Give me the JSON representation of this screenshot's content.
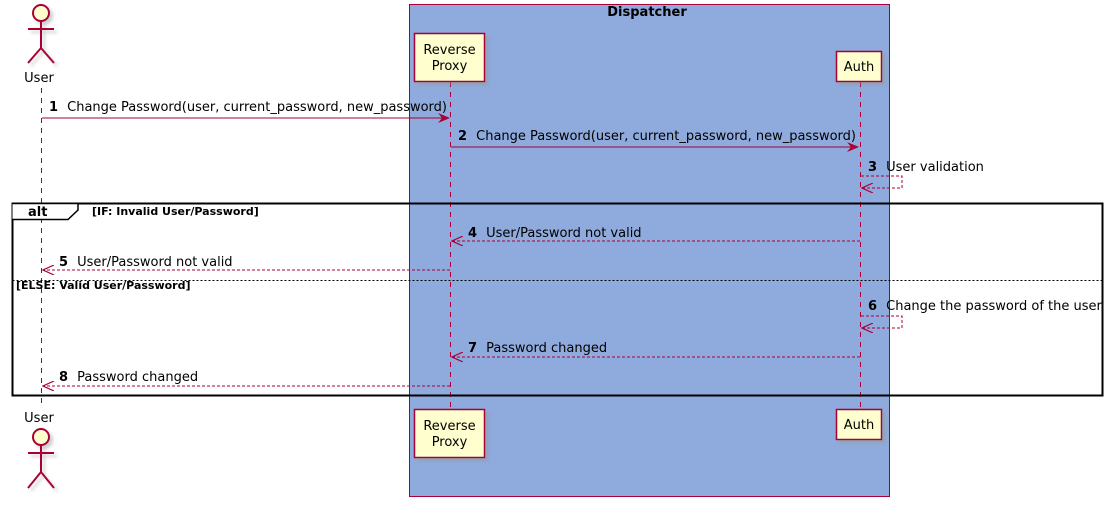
{
  "box": {
    "title": "Dispatcher"
  },
  "participants": {
    "user": {
      "label": "User"
    },
    "proxy": {
      "line1": "Reverse",
      "line2": "Proxy"
    },
    "auth": {
      "label": "Auth"
    }
  },
  "messages": [
    {
      "num": "1",
      "text": "Change Password(user, current_password, new_password)"
    },
    {
      "num": "2",
      "text": "Change Password(user, current_password, new_password)"
    },
    {
      "num": "3",
      "text": "User validation"
    },
    {
      "num": "4",
      "text": "User/Password not valid"
    },
    {
      "num": "5",
      "text": "User/Password not valid"
    },
    {
      "num": "6",
      "text": "Change the password of the user"
    },
    {
      "num": "7",
      "text": "Password changed"
    },
    {
      "num": "8",
      "text": "Password changed"
    }
  ],
  "fragment": {
    "label": "alt",
    "condition_if": "[IF: Invalid User/Password]",
    "condition_else": "[ELSE: Valid User/Password]"
  },
  "colors": {
    "box_fill": "#8faadc",
    "line": "#a80036",
    "participant_fill": "#fefece",
    "actor_fill": "#fefece"
  }
}
